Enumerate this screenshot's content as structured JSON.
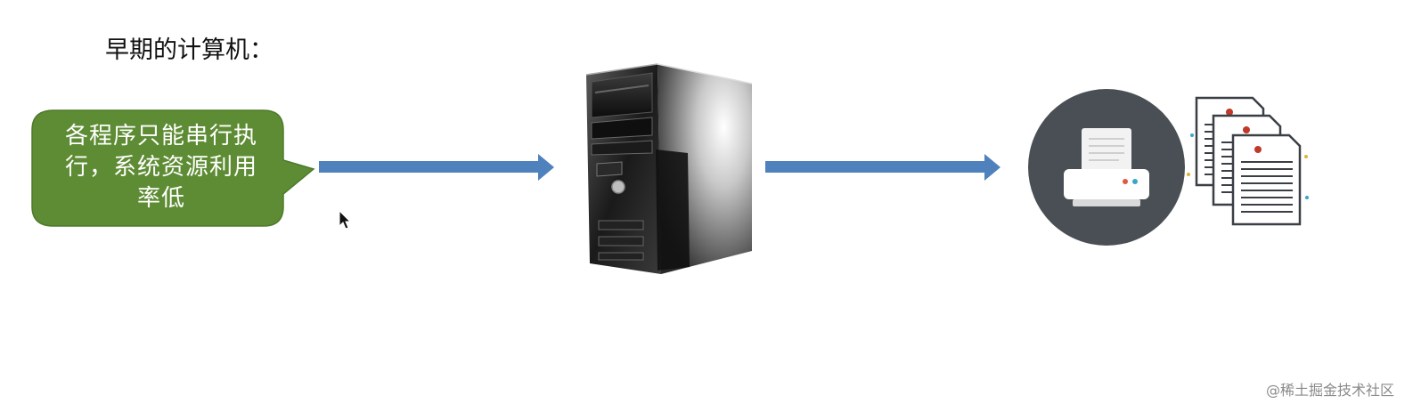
{
  "title": "早期的计算机：",
  "callout": {
    "line1": "各程序只能串行执",
    "line2": "行，系统资源利用",
    "line3": "率低",
    "fill": "#5e8c34"
  },
  "arrow_color": "#4f81bd",
  "icons": {
    "computer": "desktop-tower-icon",
    "printer": "printer-icon",
    "documents": "documents-icon",
    "cursor": "mouse-pointer-icon"
  },
  "watermark": "@稀土掘金技术社区"
}
